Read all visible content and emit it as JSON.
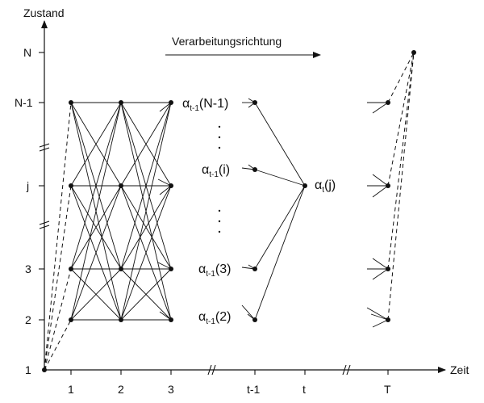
{
  "axes": {
    "y_title": "Zustand",
    "x_title": "Zeit",
    "y_ticks": [
      "N",
      "N-1",
      "j",
      "3",
      "2",
      "1"
    ],
    "x_ticks": [
      "1",
      "2",
      "3",
      "t-1",
      "t",
      "T"
    ]
  },
  "arrow_label": "Verarbeitungsrichtung",
  "alpha_labels": {
    "a_n1": {
      "sym": "α",
      "sub": "t-1",
      "arg": "(N-1)"
    },
    "a_i": {
      "sym": "α",
      "sub": "t-1",
      "arg": "(i)"
    },
    "a_3": {
      "sym": "α",
      "sub": "t-1",
      "arg": "(3)"
    },
    "a_2": {
      "sym": "α",
      "sub": "t-1",
      "arg": "(2)"
    },
    "a_j": {
      "sym": "α",
      "sub": "t",
      "arg": "(j)"
    }
  },
  "ellipsis": "."
}
